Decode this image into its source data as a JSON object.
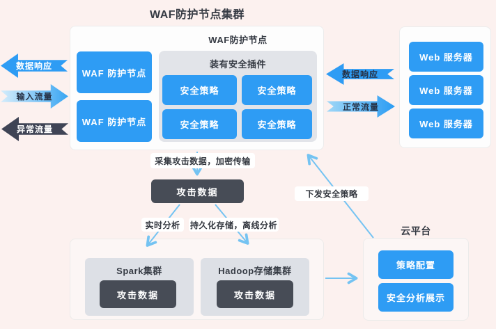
{
  "colors": {
    "page_bg": "#fcf1ef",
    "accent_blue": "#2e9cf4",
    "dark_slate": "#474c56",
    "connector_blue": "#74c3f2",
    "panel_gray": "#e2e4e9"
  },
  "header": {
    "title": "WAF防护节点集群"
  },
  "left_flows": {
    "data_response": "数据响应",
    "input_traffic": "输入流量",
    "abnormal_traffic": "异常流量"
  },
  "cluster": {
    "node1": "WAF 防护节点",
    "node2": "WAF 防护节点",
    "detail_title": "WAF防护节点",
    "plugin_title": "装有安全插件",
    "policy1": "安全策略",
    "policy2": "安全策略",
    "policy3": "安全策略",
    "policy4": "安全策略"
  },
  "mid_flows": {
    "data_response": "数据响应",
    "normal_traffic": "正常流量"
  },
  "servers": {
    "s1": "Web 服务器",
    "s2": "Web 服务器",
    "s3": "Web 服务器"
  },
  "pipeline": {
    "collect_label": "采集攻击数据，加密传输",
    "attack_data": "攻击数据",
    "realtime_label": "实时分析",
    "persist_label": "持久化存储，离线分析",
    "deploy_label": "下发安全策略"
  },
  "analytics": {
    "spark_title": "Spark集群",
    "spark_attack": "攻击数据",
    "hadoop_title": "Hadoop存储集群",
    "hadoop_attack": "攻击数据"
  },
  "cloud": {
    "title": "云平台",
    "policy_config": "策略配置",
    "analysis_display": "安全分析展示"
  }
}
